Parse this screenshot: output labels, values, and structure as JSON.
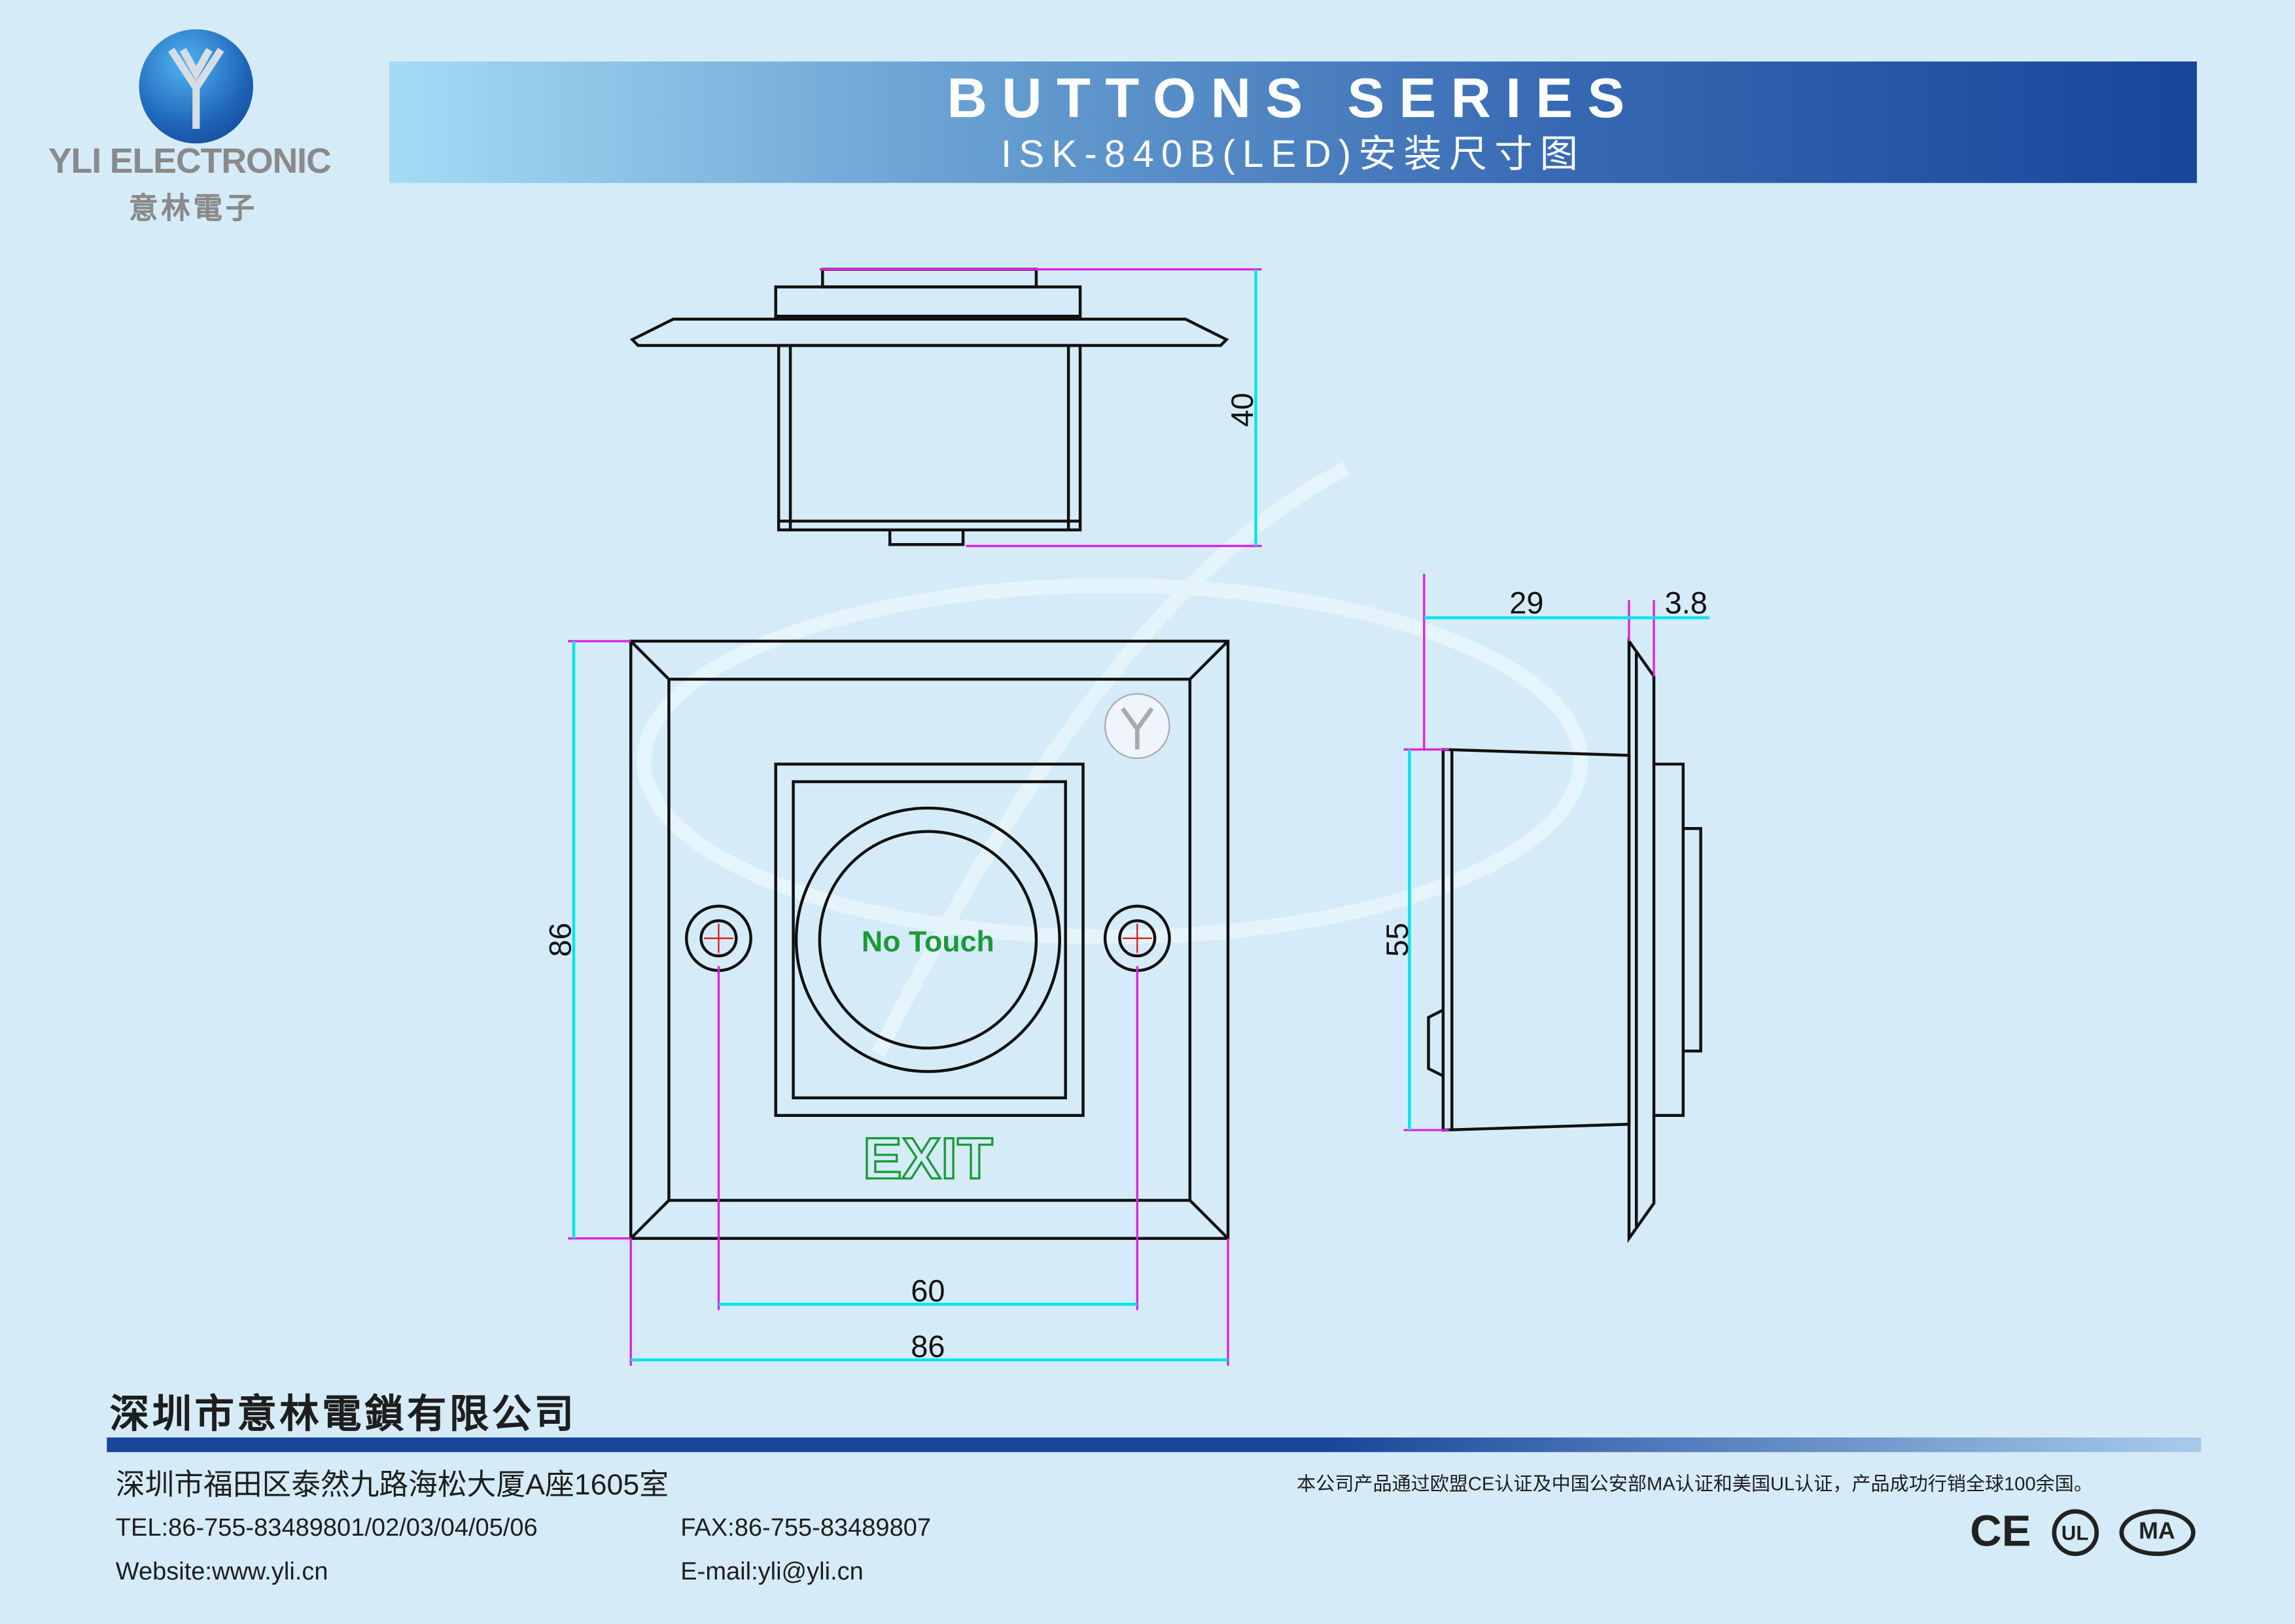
{
  "logo": {
    "brand": "YLI ELECTRONIC",
    "brand_cn": "意林電子",
    "monogram": "Y"
  },
  "header": {
    "title": "BUTTONS SERIES",
    "subtitle": "ISK-840B(LED)安装尺寸图"
  },
  "drawing": {
    "button_label": "No Touch",
    "exit_label": "EXIT",
    "dimensions": {
      "top_height": "40",
      "front_height": "86",
      "front_width": "86",
      "hole_spacing": "60",
      "side_height": "55",
      "side_depth": "29",
      "plate_thickness": "3.8"
    }
  },
  "footer": {
    "company": "深圳市意林電鎖有限公司",
    "address": "深圳市福田区泰然九路海松大厦A座1605室",
    "tel": "TEL:86-755-83489801/02/03/04/05/06",
    "fax": "FAX:86-755-83489807",
    "website": "Website:www.yli.cn",
    "email": "E-mail:yli@yli.cn",
    "certification_note": "本公司产品通过欧盟CE认证及中国公安部MA认证和美国UL认证，产品成功行销全球100余国。",
    "cert_marks": [
      "CE",
      "UL",
      "MA"
    ]
  },
  "colors": {
    "dimension_line": "#00e5ee",
    "extension_line": "#e020e0",
    "banner_dark": "#17469a",
    "label_green": "#1a9a3a"
  }
}
